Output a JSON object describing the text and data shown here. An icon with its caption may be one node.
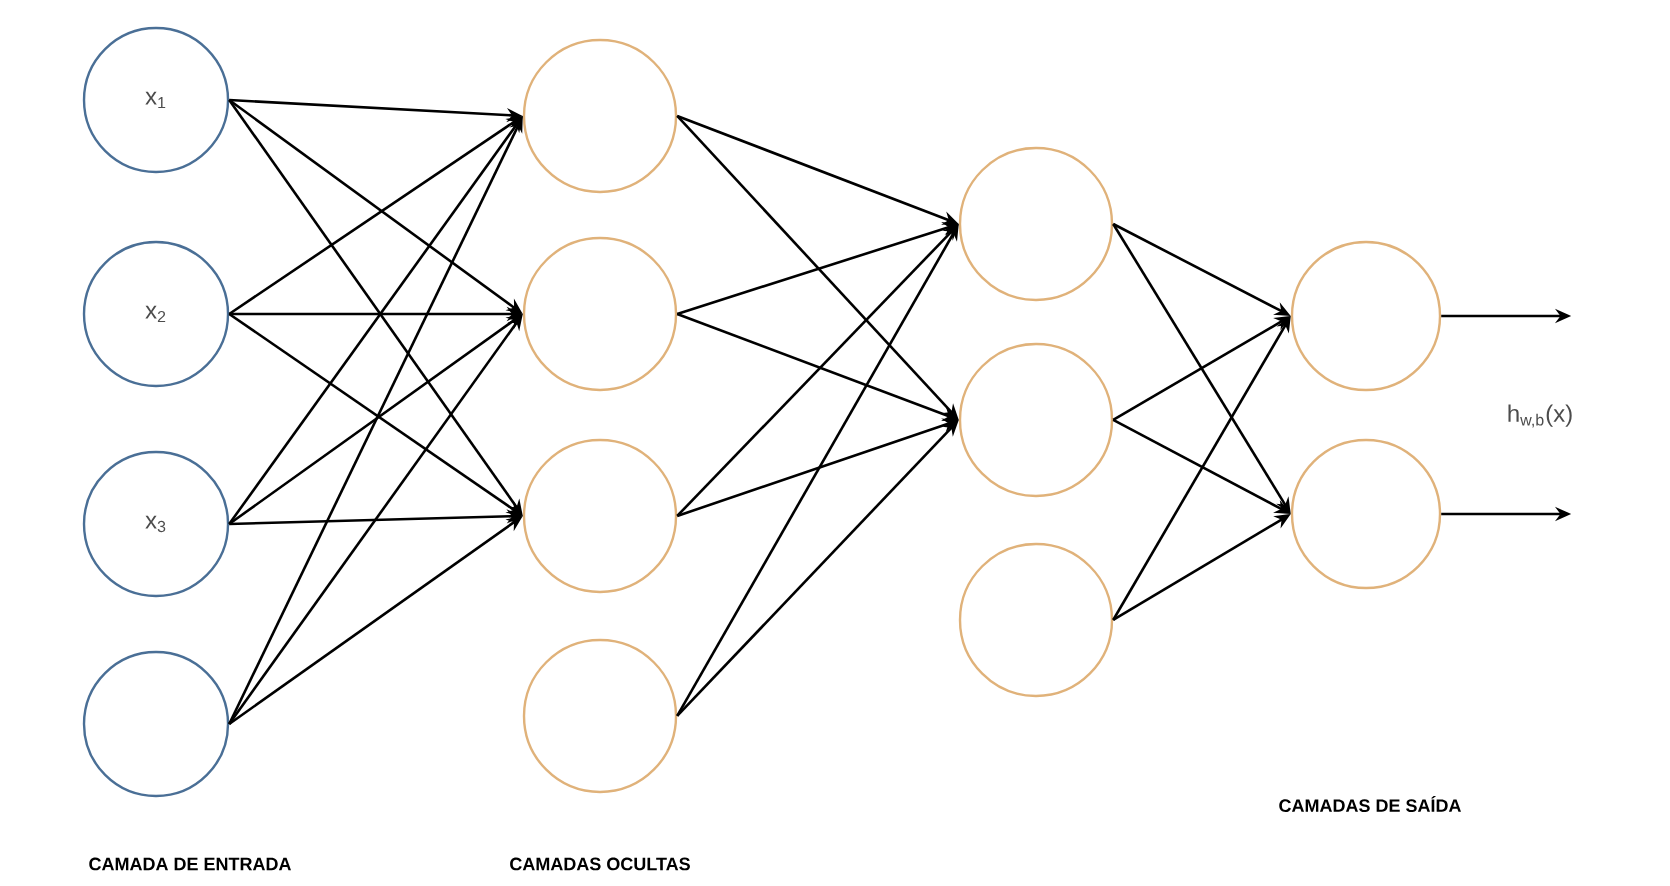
{
  "diagram": {
    "nodes": [
      {
        "text": [
          "x$_{1}$"
        ]
      },
      {
        "text": [
          "x$_{2}$"
        ]
      },
      {
        "text": [
          "x$_{3}$"
        ]
      },
      {
        "text": [],
        "shape": "circle"
      },
      {
        "text": [],
        "shape": "circle"
      },
      {
        "text": [],
        "shape": "circle"
      },
      {
        "text": [],
        "shape": "circle"
      },
      {
        "text": [],
        "shape": "circle"
      },
      {
        "text": [],
        "shape": "circle"
      },
      {
        "text": [],
        "shape": "circle"
      },
      {
        "text": [],
        "shape": "circle"
      },
      {
        "text": [],
        "shape": "circle"
      },
      {
        "text": [],
        "shape": "circle"
      }
    ],
    "edges": [
      {
        "from": 0,
        "to": 4,
        "arrow": "to"
      },
      {
        "from": 0,
        "to": 5,
        "arrow": "to"
      },
      {
        "from": 0,
        "to": 6,
        "arrow": "to"
      },
      {
        "from": 1,
        "to": 4,
        "arrow": "to"
      },
      {
        "from": 1,
        "to": 5,
        "arrow": "to"
      },
      {
        "from": 1,
        "to": 6,
        "arrow": "to"
      },
      {
        "from": 2,
        "to": 4,
        "arrow": "to"
      },
      {
        "from": 2,
        "to": 5,
        "arrow": "to"
      },
      {
        "from": 2,
        "to": 6,
        "arrow": "to"
      },
      {
        "from": 3,
        "to": 4,
        "arrow": "to"
      },
      {
        "from": 3,
        "to": 5,
        "arrow": "to"
      },
      {
        "from": 3,
        "to": 6,
        "arrow": "to"
      },
      {
        "from": 4,
        "to": 8,
        "arrow": "to"
      },
      {
        "from": 4,
        "to": 9,
        "arrow": "to"
      },
      {
        "from": 5,
        "to": 8,
        "arrow": "to"
      },
      {
        "from": 5,
        "to": 9,
        "arrow": "to"
      },
      {
        "from": 6,
        "to": 8,
        "arrow": "to"
      },
      {
        "from": 6,
        "to": 9,
        "arrow": "to"
      },
      {
        "from": 7,
        "to": 8,
        "arrow": "to"
      },
      {
        "from": 7,
        "to": 9,
        "arrow": "to"
      },
      {
        "from": 8,
        "to": 11,
        "arrow": "to"
      },
      {
        "from": 8,
        "to": 12,
        "arrow": "to"
      },
      {
        "from": 9,
        "to": 11,
        "arrow": "to"
      },
      {
        "from": 9,
        "to": 12,
        "arrow": "to"
      },
      {
        "from": 10,
        "to": 11,
        "arrow": "to"
      },
      {
        "from": 10,
        "to": 12,
        "arrow": "to"
      },
      {
        "from": 11,
        "to": null,
        "arrow": "to"
      },
      {
        "from": 12,
        "to": null,
        "arrow": "to"
      }
    ],
    "labels": [
      "h$_{w,b}$(x)",
      "CAMADA DE ENTRADA",
      "CAMADAS OCULTAS",
      "CAMADAS DE SAÍDA"
    ]
  }
}
